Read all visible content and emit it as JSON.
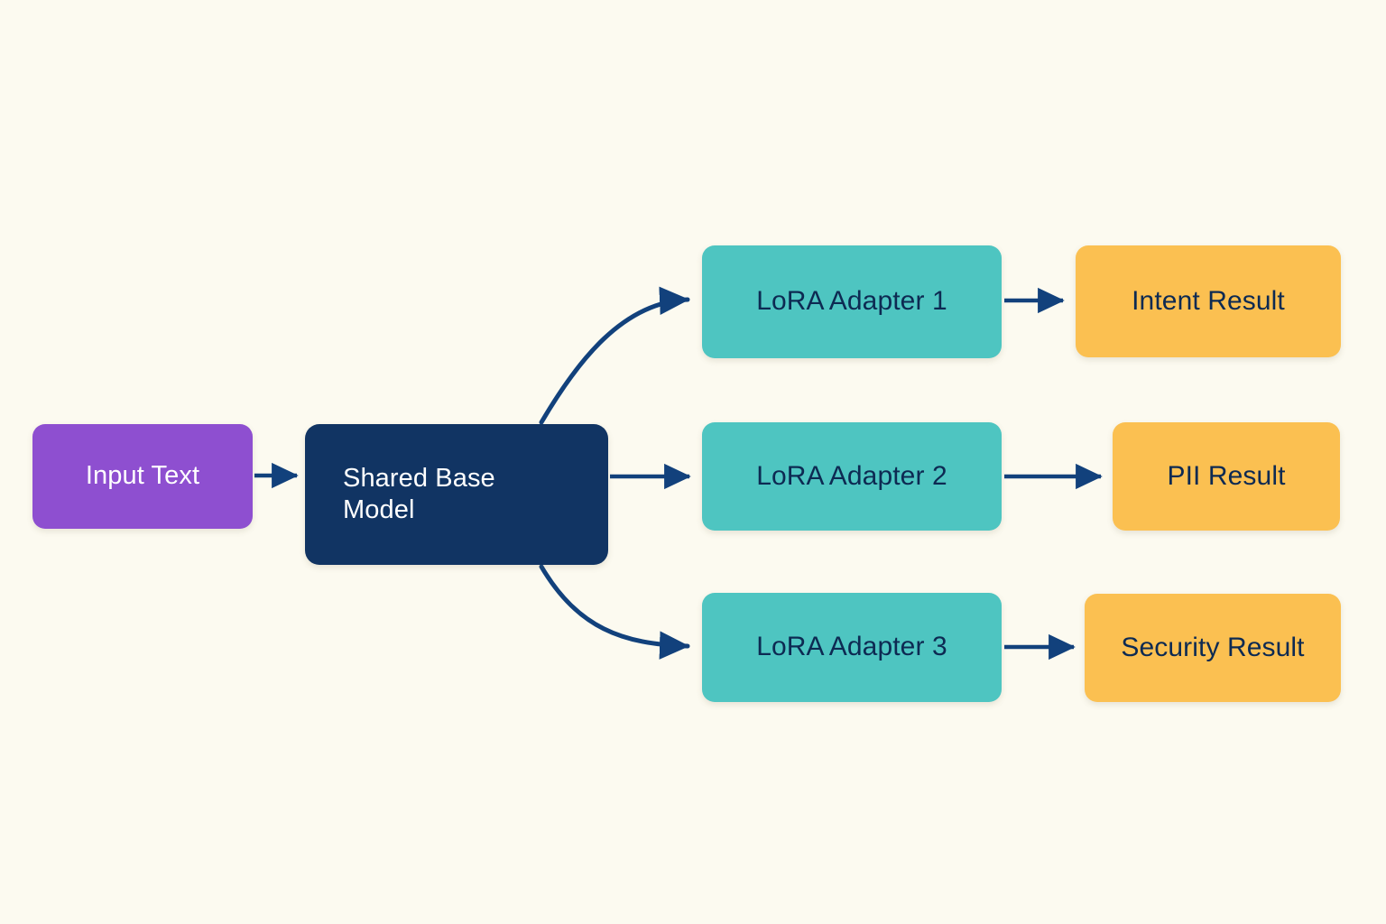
{
  "diagram": {
    "background_color": "#fcfaf0",
    "edge_color": "#12417c",
    "nodes": [
      {
        "id": "input-text",
        "label": "Input Text",
        "fill": "#8e4fd0",
        "text_color": "#ffffff"
      },
      {
        "id": "shared-base-model",
        "label": "Shared Base\nModel",
        "fill": "#113463",
        "text_color": "#ffffff"
      },
      {
        "id": "lora-adapter-1",
        "label": "LoRA Adapter 1",
        "fill": "#4ec5c1",
        "text_color": "#0d2a52"
      },
      {
        "id": "lora-adapter-2",
        "label": "LoRA Adapter 2",
        "fill": "#4ec5c1",
        "text_color": "#0d2a52"
      },
      {
        "id": "lora-adapter-3",
        "label": "LoRA Adapter 3",
        "fill": "#4ec5c1",
        "text_color": "#0d2a52"
      },
      {
        "id": "intent-result",
        "label": "Intent Result",
        "fill": "#fbc051",
        "text_color": "#0d2a52"
      },
      {
        "id": "pii-result",
        "label": "PII Result",
        "fill": "#fbc051",
        "text_color": "#0d2a52"
      },
      {
        "id": "security-result",
        "label": "Security Result",
        "fill": "#fbc051",
        "text_color": "#0d2a52"
      }
    ],
    "edges": [
      {
        "id": "edge-input-to-base",
        "from": "input-text",
        "to": "shared-base-model",
        "style": "straight"
      },
      {
        "id": "edge-base-to-adapter-1",
        "from": "shared-base-model",
        "to": "lora-adapter-1",
        "style": "curved"
      },
      {
        "id": "edge-base-to-adapter-2",
        "from": "shared-base-model",
        "to": "lora-adapter-2",
        "style": "straight"
      },
      {
        "id": "edge-base-to-adapter-3",
        "from": "shared-base-model",
        "to": "lora-adapter-3",
        "style": "curved"
      },
      {
        "id": "edge-adapter-1-to-intent",
        "from": "lora-adapter-1",
        "to": "intent-result",
        "style": "straight"
      },
      {
        "id": "edge-adapter-2-to-pii",
        "from": "lora-adapter-2",
        "to": "pii-result",
        "style": "straight"
      },
      {
        "id": "edge-adapter-3-to-security",
        "from": "lora-adapter-3",
        "to": "security-result",
        "style": "straight"
      }
    ]
  }
}
